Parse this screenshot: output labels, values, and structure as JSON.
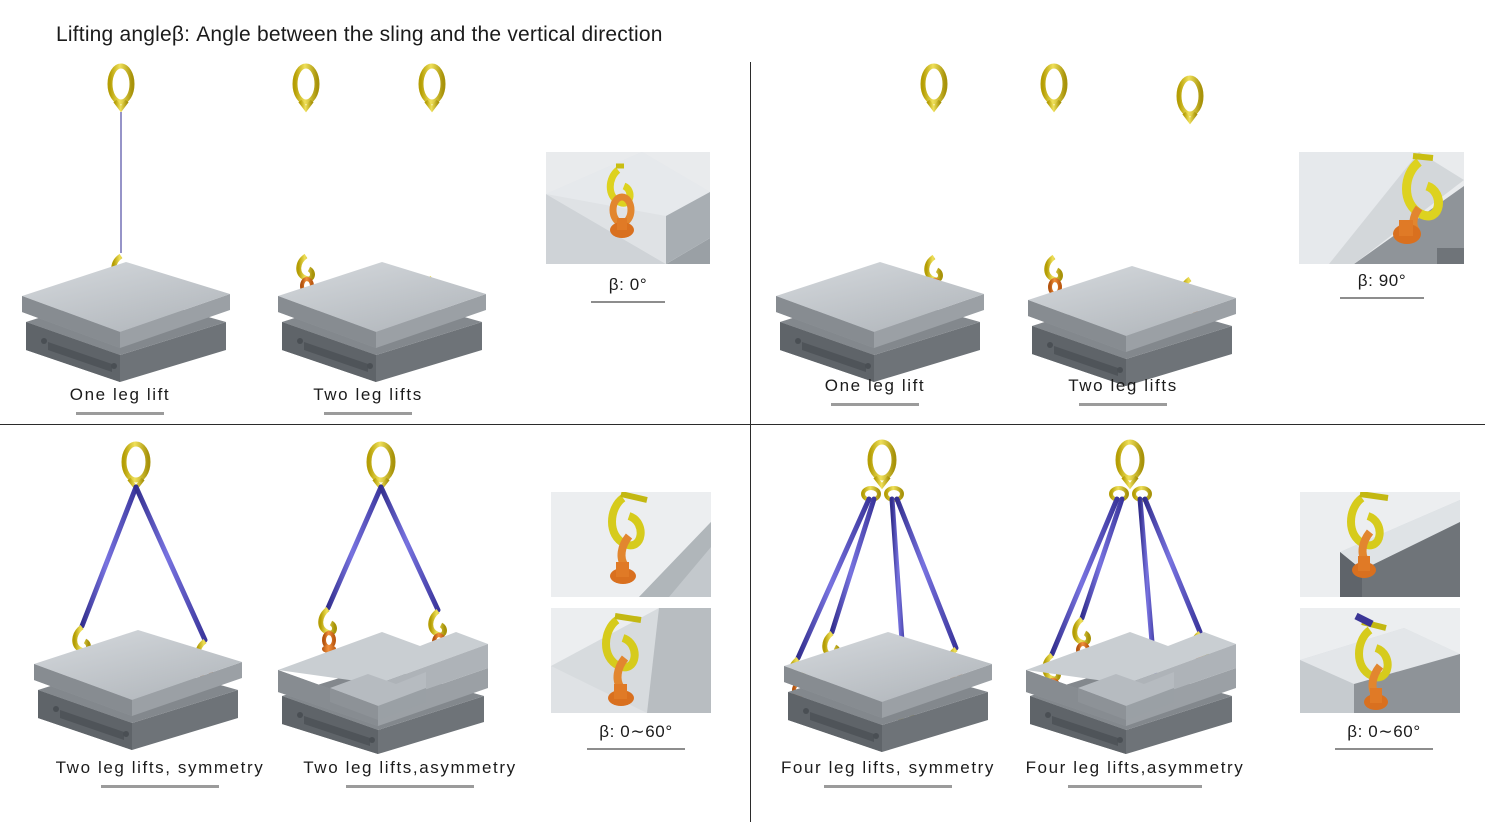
{
  "title": "Lifting angleβ: Angle between the sling and the vertical direction",
  "colors": {
    "chain": "#4b47b5",
    "chain_light": "#6f6ad6",
    "hardware_gold": "#c9b40a",
    "hardware_gold_light": "#e6d84b",
    "shackle_orange": "#d4691a",
    "shackle_orange_light": "#f08a33",
    "load_top": "#c3c8cc",
    "load_side": "#8e9398",
    "load_base": "#6e7378",
    "divider": "#2b2b2b",
    "rule": "#9b9b9b",
    "text": "#1b1b1b",
    "photo_bg": "#d9dde0",
    "photo_surface": "#eceef0",
    "photo_edge": "#8b9094"
  },
  "quadrants": [
    {
      "id": "top-left",
      "beta": {
        "label": "β: 0°"
      },
      "figures": [
        {
          "id": "one-leg-vertical",
          "caption": "One leg lift",
          "legs": 1,
          "geometry": "vertical",
          "load": "symmetric"
        },
        {
          "id": "two-leg-vertical",
          "caption": "Two leg lifts",
          "legs": 2,
          "geometry": "vertical",
          "load": "symmetric"
        }
      ],
      "photos": [
        {
          "id": "detail-0-deg",
          "variant": "vertical-hook"
        }
      ]
    },
    {
      "id": "top-right",
      "beta": {
        "label": "β: 90°"
      },
      "figures": [
        {
          "id": "one-leg-edge",
          "caption": "One leg lift",
          "legs": 1,
          "geometry": "vertical-edge",
          "load": "symmetric"
        },
        {
          "id": "two-leg-edge",
          "caption": "Two leg lifts",
          "legs": 2,
          "geometry": "vertical-edge",
          "load": "symmetric"
        }
      ],
      "photos": [
        {
          "id": "detail-90-deg",
          "variant": "edge-hook"
        }
      ]
    },
    {
      "id": "bottom-left",
      "beta": {
        "label": "β: 0∼60°"
      },
      "figures": [
        {
          "id": "two-leg-symmetry",
          "caption": "Two leg lifts, symmetry",
          "legs": 2,
          "geometry": "angled",
          "load": "symmetric"
        },
        {
          "id": "two-leg-asymmetry",
          "caption": "Two leg lifts,asymmetry",
          "legs": 2,
          "geometry": "angled",
          "load": "stepped"
        }
      ],
      "photos": [
        {
          "id": "detail-angled-upper",
          "variant": "angled-hook-flat"
        },
        {
          "id": "detail-angled-lower",
          "variant": "angled-hook-corner"
        }
      ]
    },
    {
      "id": "bottom-right",
      "beta": {
        "label": "β: 0∼60°"
      },
      "figures": [
        {
          "id": "four-leg-symmetry",
          "caption": "Four leg lifts, symmetry",
          "legs": 4,
          "geometry": "angled",
          "load": "symmetric"
        },
        {
          "id": "four-leg-asymmetry",
          "caption": "Four leg lifts,asymmetry",
          "legs": 4,
          "geometry": "angled",
          "load": "stepped"
        }
      ],
      "photos": [
        {
          "id": "detail-four-upper",
          "variant": "angled-hook-edge"
        },
        {
          "id": "detail-four-lower",
          "variant": "angled-hook-corner"
        }
      ]
    }
  ]
}
